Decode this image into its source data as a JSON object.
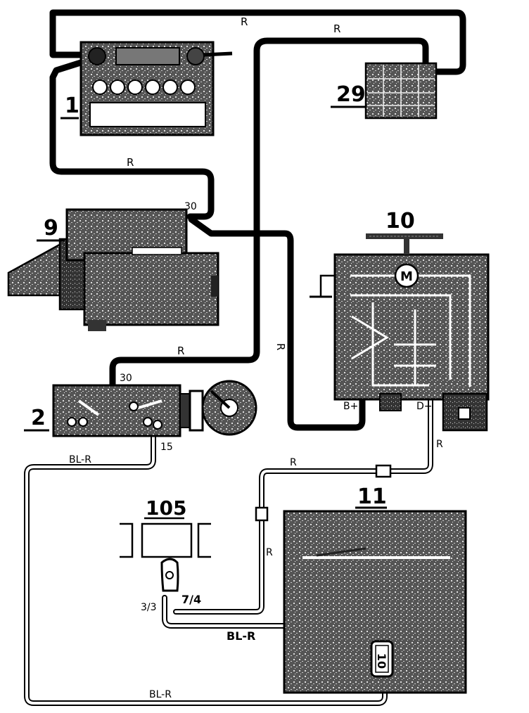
{
  "components": {
    "battery": "1",
    "starter": "9",
    "ignition_switch": "2",
    "alternator": "10",
    "fuse_box": "29",
    "relay_105": "105",
    "instrument_cluster": "11",
    "motor_symbol": "M",
    "charge_lamp": "10"
  },
  "terminals": {
    "starter_30": "30",
    "ignition_30": "30",
    "ignition_15": "15",
    "alt_b_plus": "B+",
    "alt_d_plus": "D+",
    "conn_3_3": "3/3",
    "conn_7_4": "7/4"
  },
  "wire_labels": {
    "top_loop": "R",
    "fuse_feed": "R",
    "battery_starter": "R",
    "ign_feed": "R",
    "vertical_r": "R",
    "ign_out": "BL-R",
    "d_plus_short": "R",
    "d_plus_horizontal": "R",
    "conn_down": "R",
    "lamp_feed": "BL-R",
    "bottom_loop": "BL-R"
  }
}
